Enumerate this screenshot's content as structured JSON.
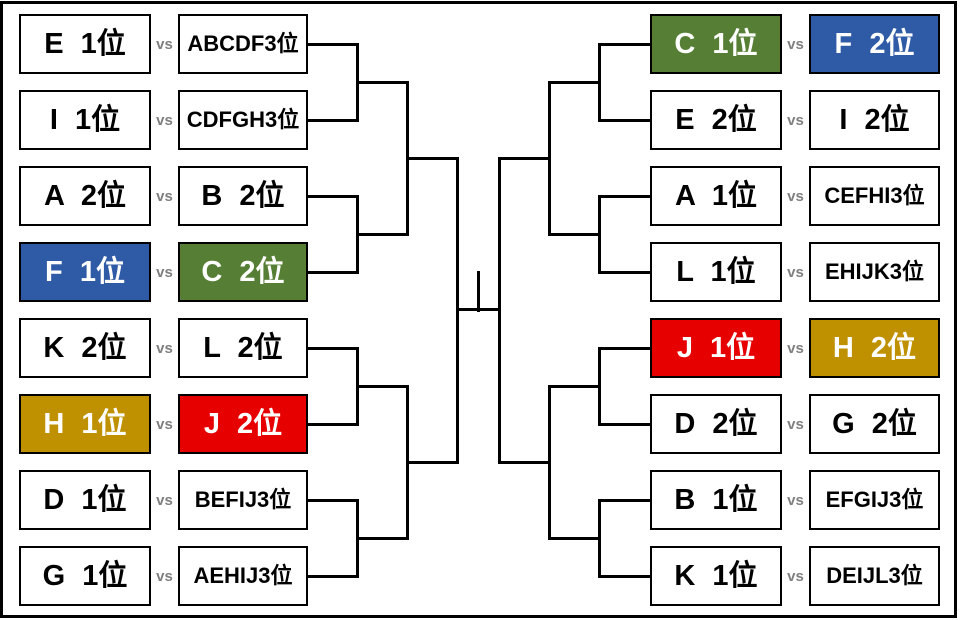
{
  "bracket": {
    "vs_label": "vs",
    "colors": {
      "blue": "#2F5BA6",
      "green": "#567F35",
      "gold": "#BF9000",
      "red": "#E60000",
      "line": "#000000",
      "box_border": "#000000",
      "text": "#000000",
      "vs_text": "#7F7F7F",
      "colored_box_text": "#FFFFFF"
    },
    "left": {
      "matches": [
        {
          "team1": {
            "label": "E 1位"
          },
          "team2": {
            "label": "ABCDF3位"
          }
        },
        {
          "team1": {
            "label": "I 1位"
          },
          "team2": {
            "label": "CDFGH3位"
          }
        },
        {
          "team1": {
            "label": "A 2位"
          },
          "team2": {
            "label": "B 2位"
          }
        },
        {
          "team1": {
            "label": "F 1位",
            "bg": "#2F5BA6",
            "fg": "#FFFFFF"
          },
          "team2": {
            "label": "C 2位",
            "bg": "#567F35",
            "fg": "#FFFFFF"
          }
        },
        {
          "team1": {
            "label": "K 2位"
          },
          "team2": {
            "label": "L 2位"
          }
        },
        {
          "team1": {
            "label": "H 1位",
            "bg": "#BF9000",
            "fg": "#FFFFFF"
          },
          "team2": {
            "label": "J 2位",
            "bg": "#E60000",
            "fg": "#FFFFFF"
          }
        },
        {
          "team1": {
            "label": "D 1位"
          },
          "team2": {
            "label": "BEFIJ3位"
          }
        },
        {
          "team1": {
            "label": "G 1位"
          },
          "team2": {
            "label": "AEHIJ3位"
          }
        }
      ]
    },
    "right": {
      "matches": [
        {
          "team1": {
            "label": "C 1位",
            "bg": "#567F35",
            "fg": "#FFFFFF"
          },
          "team2": {
            "label": "F 2位",
            "bg": "#2F5BA6",
            "fg": "#FFFFFF"
          }
        },
        {
          "team1": {
            "label": "E 2位"
          },
          "team2": {
            "label": "I 2位"
          }
        },
        {
          "team1": {
            "label": "A 1位"
          },
          "team2": {
            "label": "CEFHI3位"
          }
        },
        {
          "team1": {
            "label": "L 1位"
          },
          "team2": {
            "label": "EHIJK3位"
          }
        },
        {
          "team1": {
            "label": "J 1位",
            "bg": "#E60000",
            "fg": "#FFFFFF"
          },
          "team2": {
            "label": "H 2位",
            "bg": "#BF9000",
            "fg": "#FFFFFF"
          }
        },
        {
          "team1": {
            "label": "D 2位"
          },
          "team2": {
            "label": "G 2位"
          }
        },
        {
          "team1": {
            "label": "B 1位"
          },
          "team2": {
            "label": "EFGIJ3位"
          }
        },
        {
          "team1": {
            "label": "K 1位"
          },
          "team2": {
            "label": "DEIJL3位"
          }
        }
      ]
    }
  }
}
